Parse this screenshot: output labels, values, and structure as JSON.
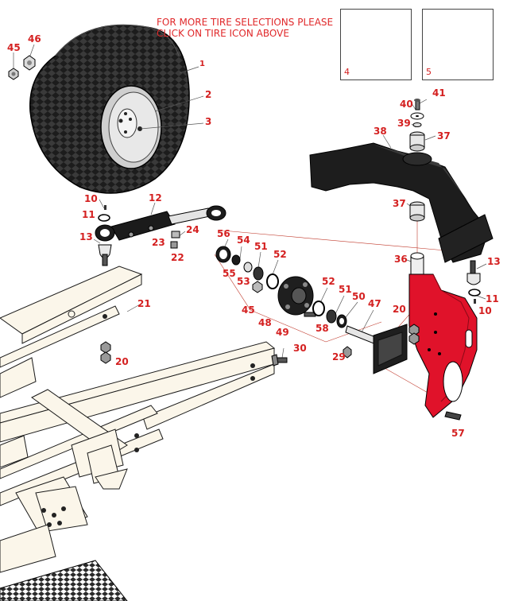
{
  "notice": {
    "line1": "FOR MORE TIRE SELECTIONS PLEASE",
    "line2": "CLICK ON TIRE ICON ABOVE"
  },
  "kits": [
    {
      "id": "kit-4",
      "label": "4"
    },
    {
      "id": "kit-5",
      "label": "5"
    }
  ],
  "callouts": [
    {
      "id": "c1",
      "label": "1"
    },
    {
      "id": "c2",
      "label": "2"
    },
    {
      "id": "c3",
      "label": "3"
    },
    {
      "id": "c45a",
      "label": "45"
    },
    {
      "id": "c46",
      "label": "46"
    },
    {
      "id": "c10a",
      "label": "10"
    },
    {
      "id": "c11a",
      "label": "11"
    },
    {
      "id": "c12",
      "label": "12"
    },
    {
      "id": "c13a",
      "label": "13"
    },
    {
      "id": "c23",
      "label": "23"
    },
    {
      "id": "c24",
      "label": "24"
    },
    {
      "id": "c22",
      "label": "22"
    },
    {
      "id": "c56",
      "label": "56"
    },
    {
      "id": "c54",
      "label": "54"
    },
    {
      "id": "c51a",
      "label": "51"
    },
    {
      "id": "c52a",
      "label": "52"
    },
    {
      "id": "c55",
      "label": "55"
    },
    {
      "id": "c53",
      "label": "53"
    },
    {
      "id": "c45b",
      "label": "45"
    },
    {
      "id": "c48",
      "label": "48"
    },
    {
      "id": "c49",
      "label": "49"
    },
    {
      "id": "c52b",
      "label": "52"
    },
    {
      "id": "c51b",
      "label": "51"
    },
    {
      "id": "c50",
      "label": "50"
    },
    {
      "id": "c58",
      "label": "58"
    },
    {
      "id": "c47",
      "label": "47"
    },
    {
      "id": "c21",
      "label": "21"
    },
    {
      "id": "c20a",
      "label": "20"
    },
    {
      "id": "c30",
      "label": "30"
    },
    {
      "id": "c29",
      "label": "29"
    },
    {
      "id": "c41",
      "label": "41"
    },
    {
      "id": "c40",
      "label": "40"
    },
    {
      "id": "c39",
      "label": "39"
    },
    {
      "id": "c37a",
      "label": "37"
    },
    {
      "id": "c38",
      "label": "38"
    },
    {
      "id": "c37b",
      "label": "37"
    },
    {
      "id": "c36",
      "label": "36"
    },
    {
      "id": "c13b",
      "label": "13"
    },
    {
      "id": "c11b",
      "label": "11"
    },
    {
      "id": "c10b",
      "label": "10"
    },
    {
      "id": "c20b",
      "label": "20"
    },
    {
      "id": "c57",
      "label": "57"
    }
  ],
  "colors": {
    "callout": "#d42020",
    "spindle": "#e0122a",
    "frame_fill": "#fbf6ea",
    "outline": "#1a1a1a",
    "tire": "#1c1c1c"
  }
}
